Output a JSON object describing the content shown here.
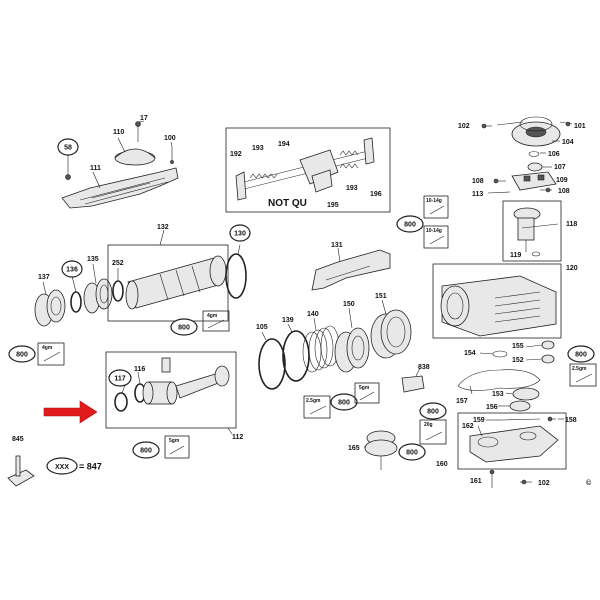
{
  "diagram": {
    "callouts": [
      {
        "id": "c58",
        "text": "58"
      },
      {
        "id": "c136",
        "text": "136"
      },
      {
        "id": "c130",
        "text": "130"
      },
      {
        "id": "c800a",
        "text": "800"
      },
      {
        "id": "c800b",
        "text": "800"
      },
      {
        "id": "c800c",
        "text": "800"
      },
      {
        "id": "c800d",
        "text": "800"
      },
      {
        "id": "c800e",
        "text": "800"
      },
      {
        "id": "c800f",
        "text": "800"
      },
      {
        "id": "c117",
        "text": "117"
      },
      {
        "id": "c800g",
        "text": "800"
      },
      {
        "id": "c800h",
        "text": "800"
      }
    ],
    "labels": [
      {
        "id": "l17",
        "text": "17"
      },
      {
        "id": "l110",
        "text": "110"
      },
      {
        "id": "l100",
        "text": "100"
      },
      {
        "id": "l111",
        "text": "111"
      },
      {
        "id": "l192",
        "text": "192"
      },
      {
        "id": "l193a",
        "text": "193"
      },
      {
        "id": "l194",
        "text": "194"
      },
      {
        "id": "l193b",
        "text": "193"
      },
      {
        "id": "l195",
        "text": "195"
      },
      {
        "id": "l196",
        "text": "196"
      },
      {
        "id": "l102",
        "text": "102"
      },
      {
        "id": "l101",
        "text": "101"
      },
      {
        "id": "l104",
        "text": "104"
      },
      {
        "id": "l106",
        "text": "106"
      },
      {
        "id": "l107",
        "text": "107"
      },
      {
        "id": "l108a",
        "text": "108"
      },
      {
        "id": "l109",
        "text": "109"
      },
      {
        "id": "l113",
        "text": "113"
      },
      {
        "id": "l108b",
        "text": "108"
      },
      {
        "id": "l118",
        "text": "118"
      },
      {
        "id": "l119",
        "text": "119"
      },
      {
        "id": "l120",
        "text": "120"
      },
      {
        "id": "l132",
        "text": "132"
      },
      {
        "id": "l131",
        "text": "131"
      },
      {
        "id": "l137",
        "text": "137"
      },
      {
        "id": "l135",
        "text": "135"
      },
      {
        "id": "l252",
        "text": "252"
      },
      {
        "id": "l105",
        "text": "105"
      },
      {
        "id": "l139",
        "text": "139"
      },
      {
        "id": "l140",
        "text": "140"
      },
      {
        "id": "l150",
        "text": "150"
      },
      {
        "id": "l151",
        "text": "151"
      },
      {
        "id": "l116",
        "text": "116"
      },
      {
        "id": "l112",
        "text": "112"
      },
      {
        "id": "l154",
        "text": "154"
      },
      {
        "id": "l155",
        "text": "155"
      },
      {
        "id": "l152",
        "text": "152"
      },
      {
        "id": "l838",
        "text": "838"
      },
      {
        "id": "l157",
        "text": "157"
      },
      {
        "id": "l153",
        "text": "153"
      },
      {
        "id": "l156",
        "text": "156"
      },
      {
        "id": "l159",
        "text": "159"
      },
      {
        "id": "l158",
        "text": "158"
      },
      {
        "id": "l162",
        "text": "162"
      },
      {
        "id": "l160",
        "text": "160"
      },
      {
        "id": "l165",
        "text": "165"
      },
      {
        "id": "l845",
        "text": "845"
      },
      {
        "id": "l161",
        "text": "161"
      },
      {
        "id": "l102b",
        "text": "102"
      }
    ],
    "grease_tags": [
      {
        "id": "g1",
        "text": "10-14g"
      },
      {
        "id": "g2",
        "text": "10-14g"
      },
      {
        "id": "g3",
        "text": "4gm"
      },
      {
        "id": "g4",
        "text": "4gm"
      },
      {
        "id": "g5",
        "text": "2.5gm"
      },
      {
        "id": "g6",
        "text": "5gm"
      },
      {
        "id": "g7",
        "text": "5gm"
      },
      {
        "id": "g8",
        "text": "2.5gm"
      },
      {
        "id": "g9",
        "text": "20g"
      }
    ],
    "not_qu_text": "NOT QU",
    "xxx_text": "XXX",
    "xxx_value": "= 847",
    "copyright": "©"
  }
}
